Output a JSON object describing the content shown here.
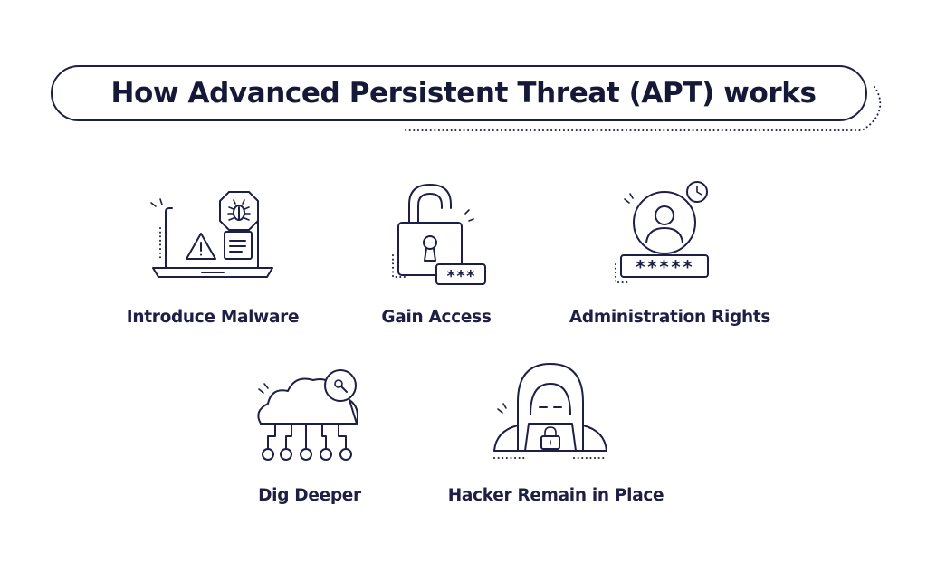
{
  "title": "How Advanced Persistent Threat (APT) works",
  "steps": [
    {
      "label": "Introduce Malware",
      "icon": "laptop-malware-icon"
    },
    {
      "label": "Gain Access",
      "icon": "padlock-password-icon"
    },
    {
      "label": "Administration Rights",
      "icon": "admin-user-password-icon"
    },
    {
      "label": "Dig Deeper",
      "icon": "cloud-network-search-icon"
    },
    {
      "label": "Hacker Remain in Place",
      "icon": "hooded-hacker-icon"
    }
  ],
  "password_masks": {
    "gain_access": "***",
    "admin_rights": "*****"
  },
  "colors": {
    "ink": "#1d1f45",
    "background": "#ffffff"
  }
}
